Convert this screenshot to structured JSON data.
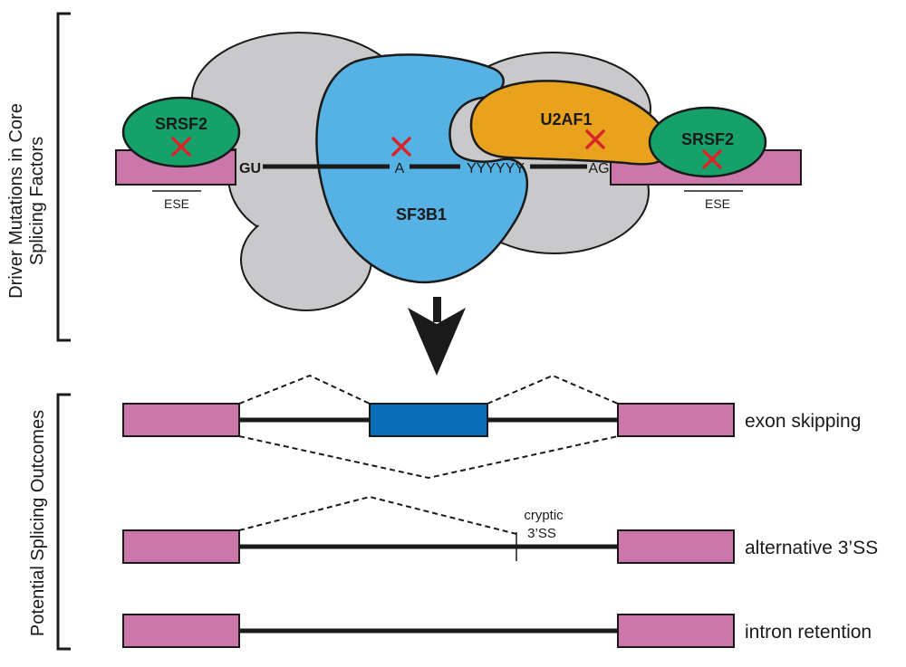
{
  "sections": {
    "top_label_line1": "Driver Mutations in Core",
    "top_label_line2": "Splicing Factors",
    "bottom_label": "Potential Splicing Outcomes"
  },
  "factors": {
    "srsf2_left": "SRSF2",
    "srsf2_right": "SRSF2",
    "sf3b1": "SF3B1",
    "u2af1": "U2AF1"
  },
  "sequence": {
    "gu": "GU",
    "a": "A",
    "yyyyyy": "YYYYYY",
    "ag": "AG",
    "ese_left": "ESE",
    "ese_right": "ESE"
  },
  "outcomes": {
    "exon_skipping": "exon skipping",
    "alternative_3ss": "alternative 3’SS",
    "intron_retention": "intron retention",
    "cryptic_line1": "cryptic",
    "cryptic_line2": "3’SS"
  },
  "colors": {
    "exon_pink": "#cc77aa",
    "middle_exon_blue": "#0a6db8",
    "sf3b1_blue": "#56b2e4",
    "u2af1_orange": "#e8a21e",
    "srsf2_green": "#16a06a",
    "spliceosome_gray": "#c9c9cb",
    "mutation_red": "#d9252a"
  }
}
